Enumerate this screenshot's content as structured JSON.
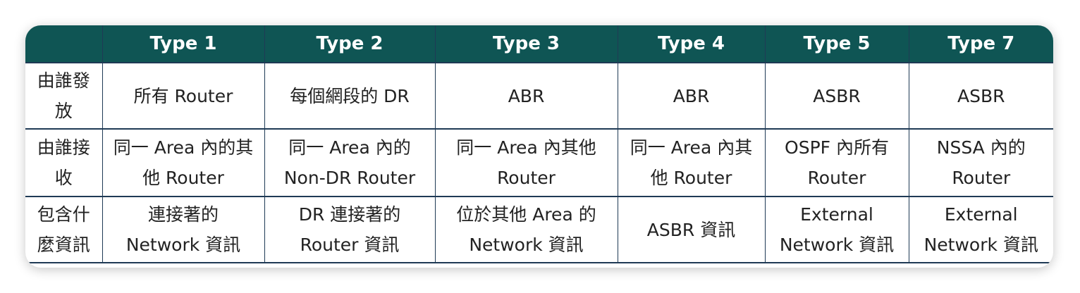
{
  "table": {
    "header": {
      "corner": "",
      "columns": [
        "Type 1",
        "Type 2",
        "Type 3",
        "Type 4",
        "Type 5",
        "Type 7"
      ]
    },
    "rows": [
      {
        "label": [
          "由誰發",
          "放"
        ],
        "cells": [
          [
            "所有 Router"
          ],
          [
            "每個網段的 DR"
          ],
          [
            "ABR"
          ],
          [
            "ABR"
          ],
          [
            "ASBR"
          ],
          [
            "ASBR"
          ]
        ]
      },
      {
        "label": [
          "由誰接",
          "收"
        ],
        "cells": [
          [
            "同一 Area 內的其",
            "他 Router"
          ],
          [
            "同一 Area 內的",
            "Non-DR Router"
          ],
          [
            "同一 Area 內其他",
            "Router"
          ],
          [
            "同一 Area 內其",
            "他 Router"
          ],
          [
            "OSPF 內所有",
            "Router"
          ],
          [
            "NSSA 內的",
            "Router"
          ]
        ]
      },
      {
        "label": [
          "包含什",
          "麼資訊"
        ],
        "cells": [
          [
            "連接著的",
            "Network 資訊"
          ],
          [
            "DR 連接著的",
            "Router 資訊"
          ],
          [
            "位於其他 Area 的",
            "Network 資訊"
          ],
          [
            "ASBR 資訊"
          ],
          [
            "External",
            "Network 資訊"
          ],
          [
            "External",
            "Network 資訊"
          ]
        ]
      }
    ]
  }
}
